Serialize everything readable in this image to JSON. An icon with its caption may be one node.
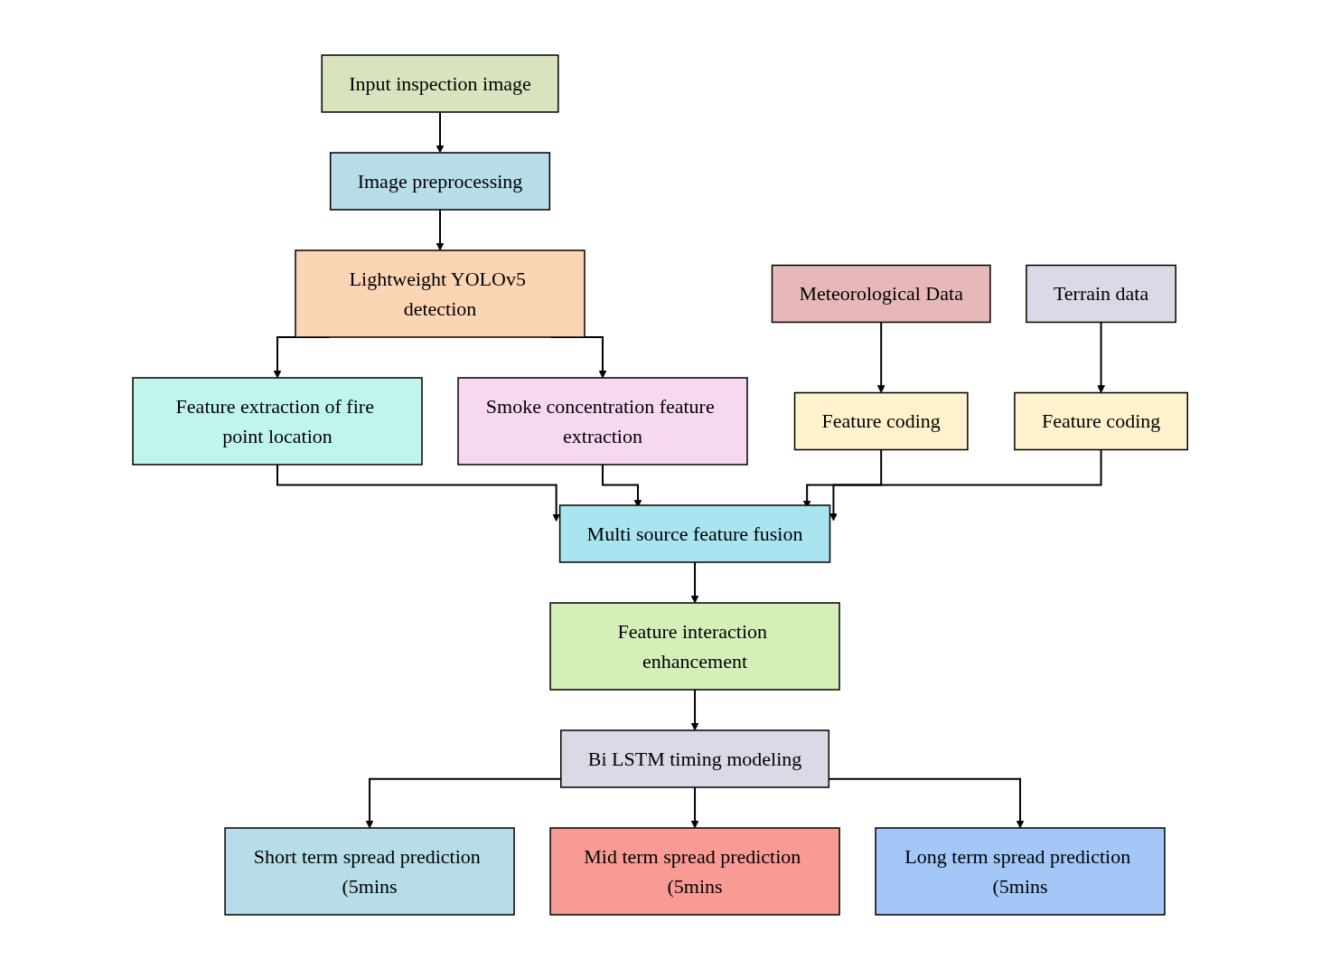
{
  "diagram": {
    "nodes": [
      {
        "text": [
          "Input inspection image"
        ]
      },
      {
        "text": [
          "Image preprocessing"
        ]
      },
      {
        "text": [
          "Lightweight YOLOv5 detection"
        ]
      },
      {
        "text": [
          "Meteorological Data"
        ]
      },
      {
        "text": [
          "Terrain data"
        ]
      },
      {
        "text": [
          "Feature extraction of fire point location"
        ]
      },
      {
        "text": [
          "Smoke concentration feature extraction"
        ]
      },
      {
        "text": [
          "Feature coding"
        ]
      },
      {
        "text": [
          "Feature coding"
        ]
      },
      {
        "text": [
          "Multi source feature fusion"
        ]
      },
      {
        "text": [
          "Feature interaction enhancement"
        ]
      },
      {
        "text": [
          "Bi LSTM timing modeling"
        ]
      },
      {
        "text": [
          "Short term spread prediction (5mins"
        ]
      },
      {
        "text": [
          "Mid term spread prediction (5mins"
        ]
      },
      {
        "text": [
          "Long term spread prediction (5mins"
        ]
      }
    ],
    "edges": [
      {
        "from": 0,
        "to": 1,
        "arrow": "to"
      },
      {
        "from": 1,
        "to": 2,
        "arrow": "to"
      },
      {
        "from": 2,
        "to": 5,
        "arrow": "to"
      },
      {
        "from": 2,
        "to": 6,
        "arrow": "to"
      },
      {
        "from": 3,
        "to": 7,
        "arrow": "to"
      },
      {
        "from": 4,
        "to": 8,
        "arrow": "to"
      },
      {
        "from": 5,
        "to": 9,
        "arrow": "to"
      },
      {
        "from": 6,
        "to": 9,
        "arrow": "to"
      },
      {
        "from": 7,
        "to": 9,
        "arrow": "to"
      },
      {
        "from": 8,
        "to": 9,
        "arrow": "to"
      },
      {
        "from": 9,
        "to": 10,
        "arrow": "to"
      },
      {
        "from": 10,
        "to": 11,
        "arrow": "to"
      },
      {
        "from": 11,
        "to": 12,
        "arrow": "to"
      },
      {
        "from": 11,
        "to": 13,
        "arrow": "to"
      },
      {
        "from": 11,
        "to": 14,
        "arrow": "to"
      }
    ]
  }
}
